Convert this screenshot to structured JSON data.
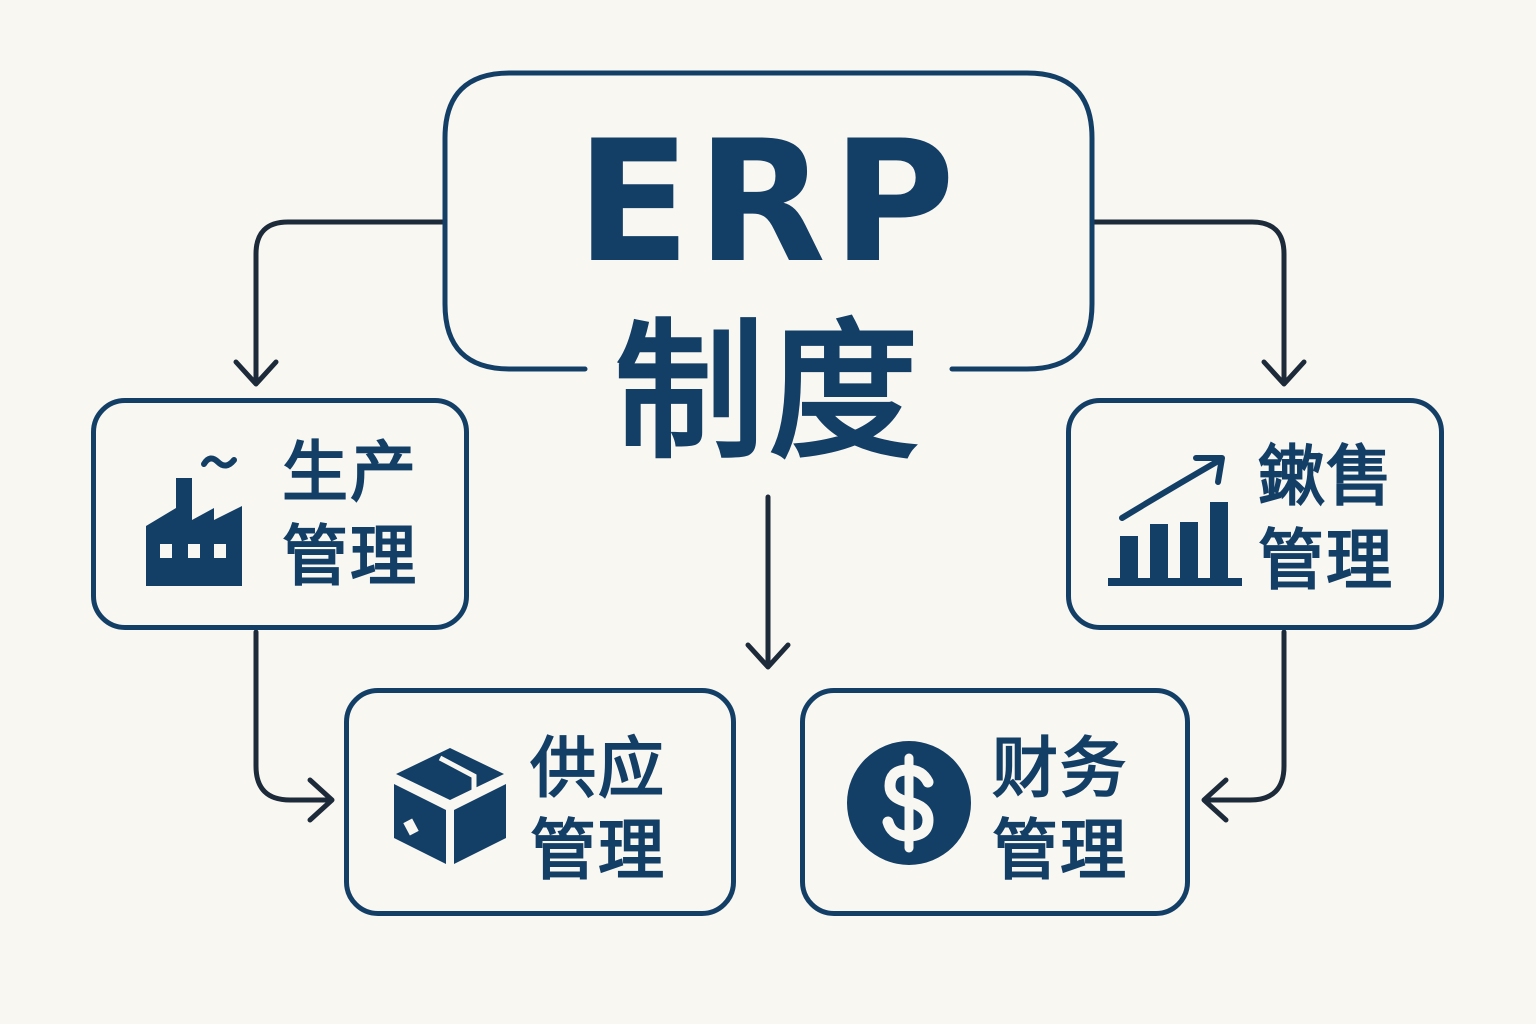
{
  "center": {
    "title_line1": "ERP",
    "title_line2": "制度"
  },
  "nodes": {
    "production": {
      "line1": "生产",
      "line2": "管理",
      "icon": "factory-icon"
    },
    "sales": {
      "line1": "鏉售",
      "line2": "管理",
      "icon": "growth-chart-icon"
    },
    "supply": {
      "line1": "供应",
      "line2": "管理",
      "icon": "box-icon"
    },
    "finance": {
      "line1": "财务",
      "line2": "管理",
      "icon": "dollar-coin-icon"
    }
  },
  "colors": {
    "primary": "#133f66",
    "arrow": "#1c2a3a",
    "background": "#f9f7f2"
  }
}
